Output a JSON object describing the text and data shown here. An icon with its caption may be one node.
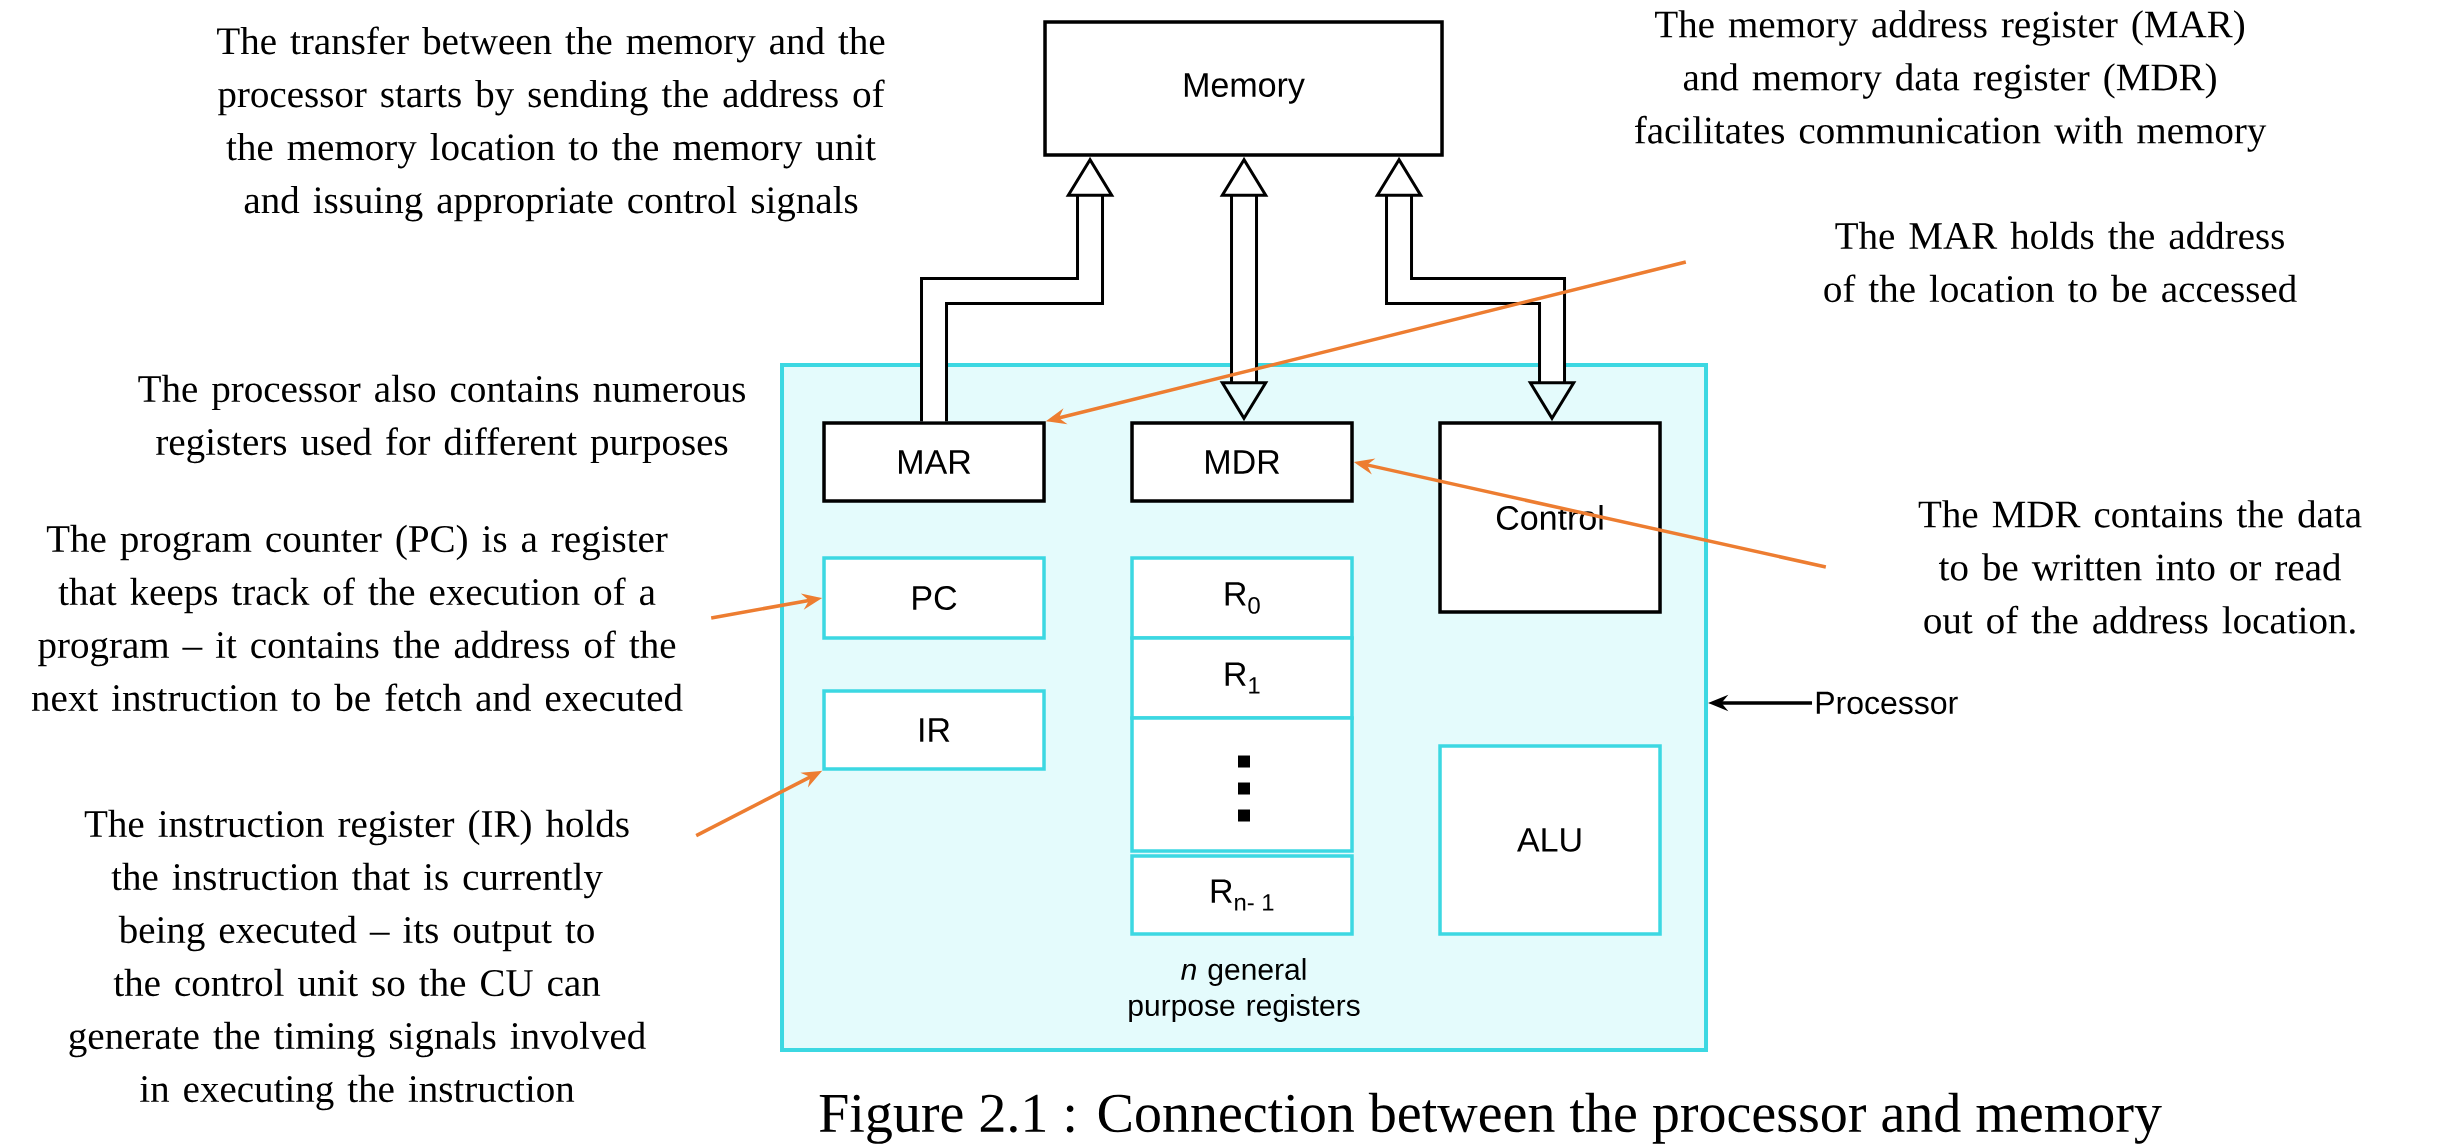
{
  "diagram": {
    "caption": "Figure 2.1 : Connection between the processor and memory",
    "nodes": [
      {
        "text": [
          "Memory"
        ]
      },
      {
        "text": [],
        "shape": "box"
      },
      {
        "text": [
          "MAR"
        ],
        "in": 1
      },
      {
        "text": [
          "MDR"
        ],
        "in": 1
      },
      {
        "text": [
          "Control"
        ],
        "in": 1
      },
      {
        "text": [
          "PC"
        ],
        "in": 1
      },
      {
        "text": [
          "R$_{0}$"
        ],
        "in": 1
      },
      {
        "text": [
          "R$_{1}$"
        ],
        "in": 1
      },
      {
        "text": [],
        "shape": "box",
        "in": 1
      },
      {
        "text": [
          "R$_{n- 1}$"
        ],
        "in": 1
      },
      {
        "text": [
          "IR"
        ],
        "in": 1
      },
      {
        "text": [
          "ALU"
        ],
        "in": 1
      },
      {
        "text": [
          "Processor"
        ]
      },
      {
        "text": [
          "The MAR holds the address of the location to be accessed"
        ]
      },
      {
        "text": [
          "The MDR contains the data to be written into or read out of the address location."
        ]
      },
      {
        "text": [
          "The program counter (PC) is a register that keeps track of the execution of a program – it contains the address of the next instruction to be fetch and executed"
        ]
      },
      {
        "text": [
          "The instruction register (IR) holds the instruction that is currently being executed – its output to the control unit so the CU can generate the timing signals involved in executing the instruction"
        ]
      }
    ],
    "edges": [
      {
        "from": 2,
        "to": 0,
        "arrow": "to",
        "style": "thick"
      },
      {
        "from": 3,
        "to": 0,
        "arrow": "both",
        "style": "thick"
      },
      {
        "from": 4,
        "to": 0,
        "arrow": "both",
        "style": "thick"
      },
      {
        "from": 12,
        "to": 1,
        "arrow": "to"
      },
      {
        "from": 13,
        "to": 2,
        "arrow": "to",
        "color": "#ed7d31"
      },
      {
        "from": 14,
        "to": 3,
        "arrow": "to",
        "color": "#ed7d31"
      },
      {
        "from": 15,
        "to": 5,
        "arrow": "to",
        "color": "#ed7d31"
      },
      {
        "from": 16,
        "to": 10,
        "arrow": "to",
        "color": "#ed7d31"
      }
    ],
    "labels": [
      "The transfer between the memory and the processor starts by sending the address of the memory location to the memory unit and issuing appropriate control signals",
      "The memory address register (MAR) and memory data register (MDR) facilitates communication with memory",
      "The processor also contains numerous registers used for different purposes",
      "*n* general purpose registers"
    ]
  }
}
